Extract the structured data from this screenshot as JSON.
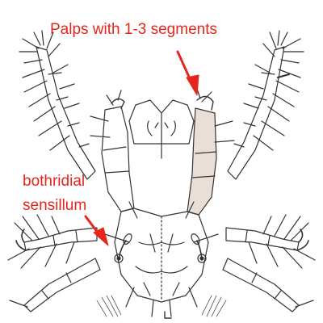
{
  "labels": {
    "palps": "Palps with 1-3 segments",
    "bothridial_line1": "bothridial",
    "bothridial_line2": "sensillum"
  },
  "colors": {
    "label": "#e5261d",
    "arrow": "#e5261d",
    "line": "#333333",
    "highlight": "#eadfd6"
  }
}
